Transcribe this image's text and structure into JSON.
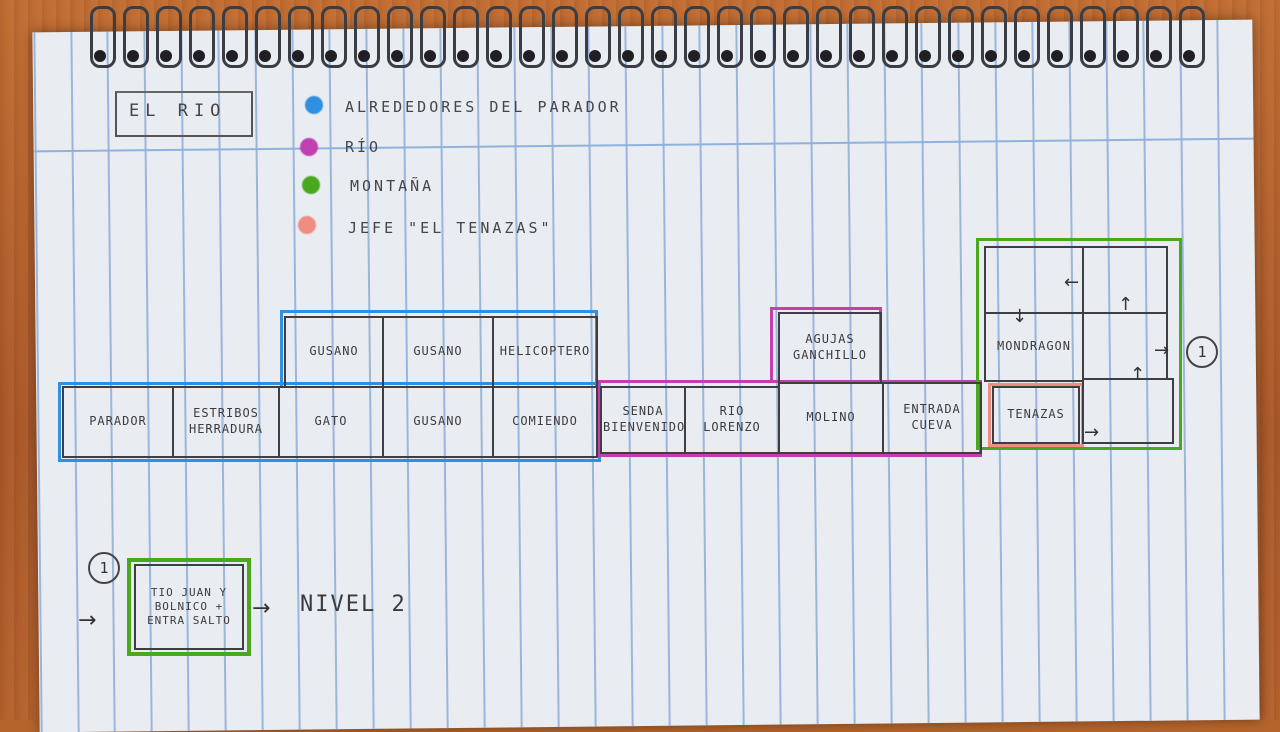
{
  "title": "EL RIO",
  "legend": [
    {
      "color": "#2f8fe0",
      "label": "ALREDEDORES DEL PARADOR"
    },
    {
      "color": "#c13fb1",
      "label": "RÍO"
    },
    {
      "color": "#4aa81e",
      "label": "MONTAÑA"
    },
    {
      "color": "#ef8d83",
      "label": "JEFE \"EL TENAZAS\""
    }
  ],
  "rooms": {
    "parador": "PARADOR",
    "estribos": "ESTRIBOS HERRADURA",
    "gato": "GATO",
    "gusano_bottom": "GUSANO",
    "comiendo": "COMIENDO",
    "gusano_top1": "GUSANO",
    "gusano_top2": "GUSANO",
    "helicoptero": "HELICOPTERO",
    "senda": "SENDA BIENVENIDO",
    "rio_lorenzo": "RIO LORENZO",
    "molino": "MOLINO",
    "agujas": "AGUJAS GANCHILLO",
    "entrada_cueva": "ENTRADA CUEVA",
    "tenazas": "TENAZAS",
    "mondragon": "MONDRAGON"
  },
  "markers": {
    "circle_one": "1",
    "circle_one_bottom": "1"
  },
  "level2": {
    "box_text": "TIO JUAN Y BOLNICO + ENTRA SALTO",
    "label": "NIVEL 2"
  },
  "colors": {
    "blue": "#2f8fe0",
    "purple": "#c13fb1",
    "green": "#4aa81e",
    "salmon": "#ef8d83"
  }
}
